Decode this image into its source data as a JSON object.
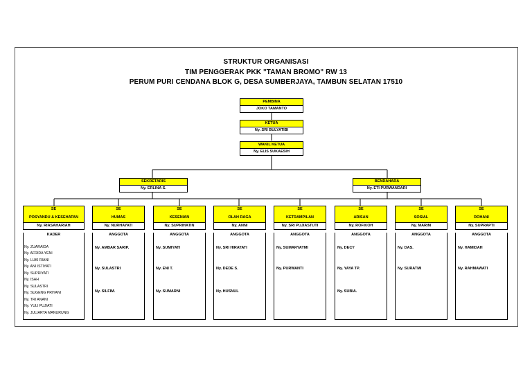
{
  "title": {
    "line1": "STRUKTUR ORGANISASI",
    "line2": "TIM PENGGERAK PKK \"TAMAN BROMO\" RW 13",
    "line3": "PERUM PURI CENDANA BLOK G, DESA SUMBERJAYA, TAMBUN SELATAN 17510"
  },
  "pembina": {
    "role": "PEMBINA",
    "name": "JOKO TAMANTO"
  },
  "ketua": {
    "role": "KETUA",
    "name": "Ny. SRI BULYATIBI"
  },
  "wakil": {
    "role": "WAKIL KETUA",
    "name": "Ny. ELIS SUKAESIH"
  },
  "sekretaris": {
    "role": "SEKRETARIS",
    "name": "Ny. ERLINA S."
  },
  "bendahara": {
    "role": "BENDAHARA",
    "name": "Ny. ETI PURWANDARI"
  },
  "sections": [
    {
      "l1": "SE",
      "l2": "POSYANDU & KESEHATAN",
      "name": "Ny. RIASAHARIAH",
      "role": "KADER",
      "members": [
        "Ny. ZUARAIDA",
        "Ny. AFRIDA YENI",
        "Ny. LUKI RIANI",
        "Ny. ANI ISTIYATI",
        "Ny. SUPRIYATI",
        "Ny. ISAH",
        "Ny. SULASTRI",
        "Ny. SUGENG PRIYANI",
        "Ny. TRI ANANI",
        "Ny. YULI PUJIATI",
        "Ny. JULIARTA MANURUNG"
      ]
    },
    {
      "l1": "SE",
      "l2": "HUMAS",
      "name": "Ny. NURHAYATI",
      "role": "ANGGOTA",
      "members": [
        "Ny. AMBAR SARIP.",
        "Ny. SULASTRI",
        "Ny. SILFIM."
      ]
    },
    {
      "l1": "SE",
      "l2": "KESENIAN",
      "name": "Ny. SUPRIHATIN",
      "role": "ANGGOTA",
      "members": [
        "Ny. SUMIYATI",
        "Ny. ENI T.",
        "Ny. SUMARNI"
      ]
    },
    {
      "l1": "SE",
      "l2": "OLAH RAGA",
      "name": "Ny. ANNI",
      "role": "ANGGOTA",
      "members": [
        "Ny. SRI HIRATATI",
        "Ny. DEDE S.",
        "Ny. HUSNUL"
      ]
    },
    {
      "l1": "SE",
      "l2": "KETRAMPILAN",
      "name": "Ny. SRI PUJIASTUTI",
      "role": "ANGGOTA",
      "members": [
        "Ny. SUMARYATMI",
        "Ny. PURWANTI"
      ]
    },
    {
      "l1": "SE",
      "l2": "ARISAN",
      "name": "Ny. ROFIKOH",
      "role": "ANGGOTA",
      "members": [
        "Ny. DECY",
        "Ny. YAYA TP.",
        "Ny. SUBIA."
      ]
    },
    {
      "l1": "SE",
      "l2": "SOSIAL",
      "name": "Ny. MARIM",
      "role": "ANGGOTA",
      "members": [
        "Ny. DAS.",
        "Ny. SURATMI"
      ]
    },
    {
      "l1": "SE",
      "l2": "ROHANI",
      "name": "Ny. SUPRAPTI",
      "role": "ANGGOTA",
      "members": [
        "Ny. HAMIDAH",
        "Ny. RAHMAWATI"
      ]
    }
  ]
}
